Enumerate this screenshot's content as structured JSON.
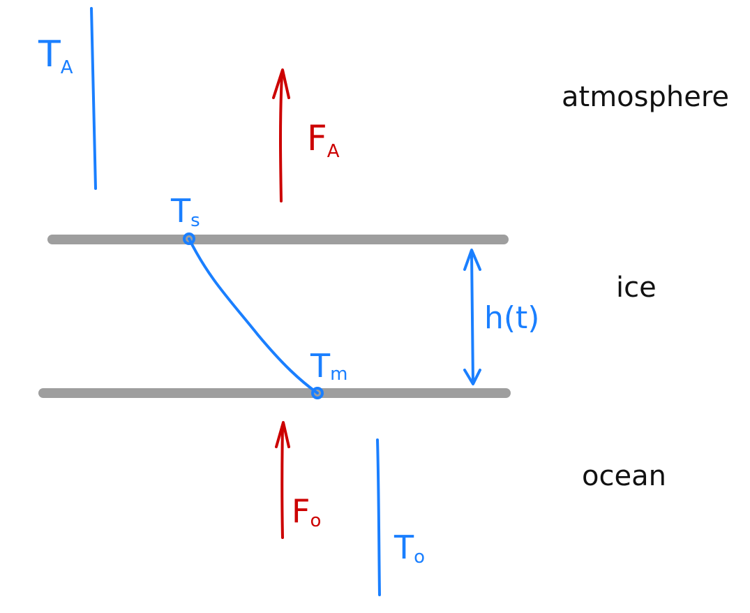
{
  "labels": {
    "T_A": {
      "main": "T",
      "sub": "A"
    },
    "F_A": {
      "main": "F",
      "sub": "A"
    },
    "T_s": {
      "main": "T",
      "sub": "s"
    },
    "T_m": {
      "main": "T",
      "sub": "m"
    },
    "F_o": {
      "main": "F",
      "sub": "o"
    },
    "T_o": {
      "main": "T",
      "sub": "o"
    },
    "thickness": "h(t)"
  },
  "regions": {
    "atmosphere": "atmosphere",
    "ice": "ice",
    "ocean": "ocean"
  },
  "colors": {
    "temperature": "#1a7fff",
    "flux": "#cc0000",
    "interface": "#9e9e9e",
    "text": "#111111"
  }
}
